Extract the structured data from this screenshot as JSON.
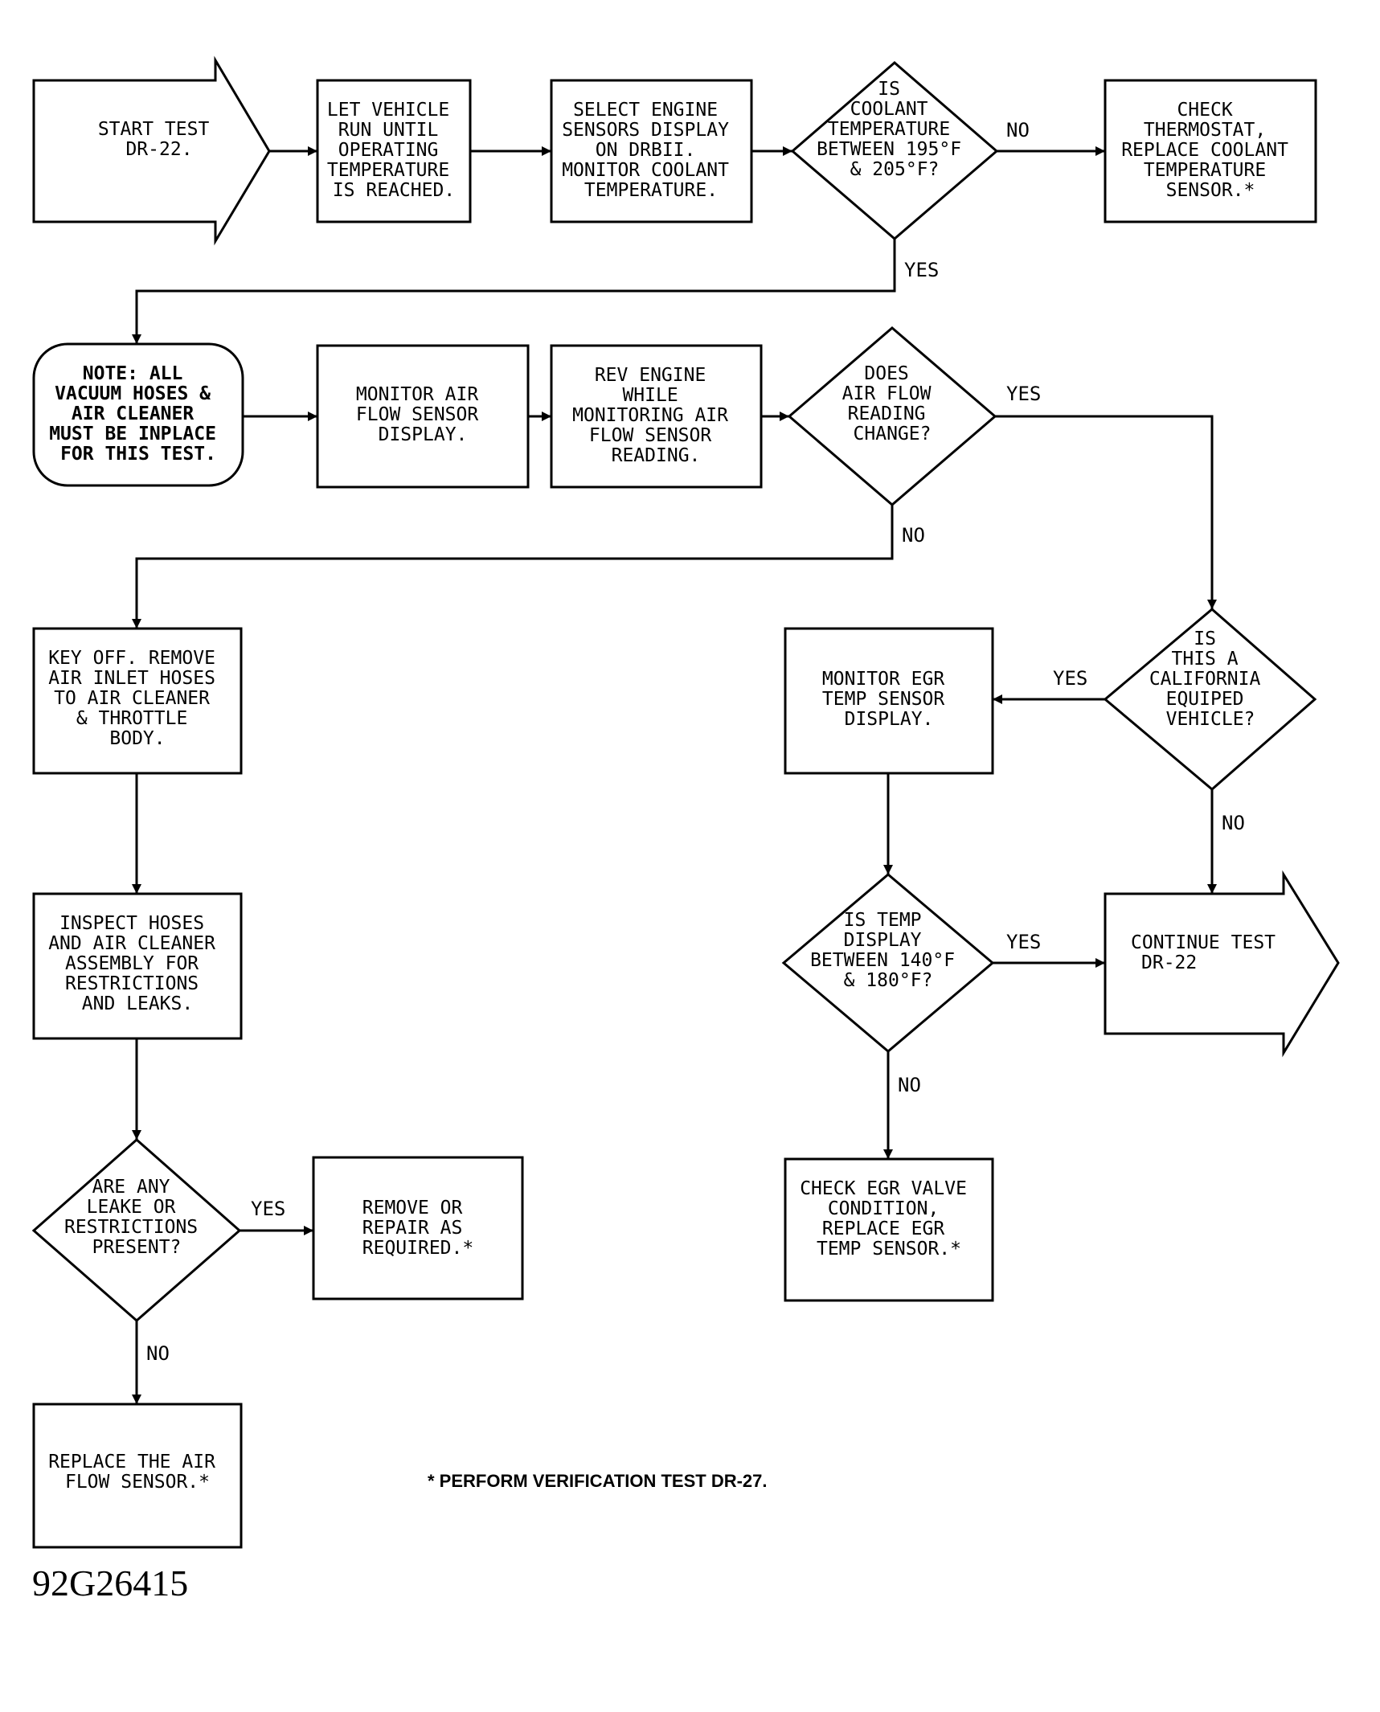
{
  "nodes": {
    "start_test": [
      "START TEST",
      "DR-22."
    ],
    "let_vehicle_run": [
      "LET VEHICLE",
      "RUN UNTIL",
      "OPERATING",
      "TEMPERATURE",
      "IS REACHED."
    ],
    "select_engine_sensors": [
      "SELECT ENGINE",
      "SENSORS DISPLAY",
      "ON DRBII.",
      "MONITOR COOLANT",
      "TEMPERATURE."
    ],
    "coolant_decision": [
      "IS",
      "COOLANT",
      "TEMPERATURE",
      "BETWEEN 195°F",
      "& 205°F?"
    ],
    "check_thermostat": [
      "CHECK",
      "THERMOSTAT,",
      "REPLACE COOLANT",
      "TEMPERATURE",
      "SENSOR.*"
    ],
    "note": [
      "NOTE:  ALL",
      "VACUUM HOSES &",
      "AIR CLEANER",
      "MUST BE INPLACE",
      "FOR THIS TEST."
    ],
    "monitor_air_flow": [
      "MONITOR AIR",
      "FLOW SENSOR",
      "DISPLAY."
    ],
    "rev_engine": [
      "REV ENGINE",
      "WHILE",
      "MONITORING AIR",
      "FLOW SENSOR",
      "READING."
    ],
    "air_flow_decision": [
      "DOES",
      "AIR FLOW",
      "READING",
      "CHANGE?"
    ],
    "key_off": [
      "KEY OFF. REMOVE",
      "AIR INLET HOSES",
      "TO AIR CLEANER",
      "& THROTTLE",
      "BODY."
    ],
    "inspect_hoses": [
      "INSPECT HOSES",
      "AND AIR CLEANER",
      "ASSEMBLY FOR",
      "RESTRICTIONS",
      "AND LEAKS."
    ],
    "leaks_decision": [
      "ARE ANY",
      "LEAKE OR",
      "RESTRICTIONS",
      "PRESENT?"
    ],
    "remove_repair": [
      "REMOVE OR",
      "REPAIR AS",
      "REQUIRED.*"
    ],
    "replace_air_flow": [
      "REPLACE THE AIR",
      "FLOW SENSOR.*"
    ],
    "california_decision": [
      "IS",
      "THIS A",
      "CALIFORNIA",
      "EQUIPED",
      "VEHICLE?"
    ],
    "monitor_egr": [
      "MONITOR EGR",
      "TEMP SENSOR",
      "DISPLAY."
    ],
    "temp_decision": [
      "IS TEMP",
      "DISPLAY",
      "BETWEEN 140°F",
      "& 180°F?"
    ],
    "check_egr_valve": [
      "CHECK EGR VALVE",
      "CONDITION,",
      "REPLACE EGR",
      "TEMP SENSOR.*"
    ],
    "continue_test": [
      "CONTINUE TEST",
      "DR-22"
    ]
  },
  "edge_labels": {
    "coolant_no": "NO",
    "coolant_yes": "YES",
    "air_flow_yes": "YES",
    "air_flow_no": "NO",
    "california_yes": "YES",
    "california_no": "NO",
    "temp_yes": "YES",
    "temp_no": "NO",
    "leaks_yes": "YES",
    "leaks_no": "NO"
  },
  "footnote": "* PERFORM VERIFICATION TEST DR-27.",
  "figure_id": "92G26415"
}
